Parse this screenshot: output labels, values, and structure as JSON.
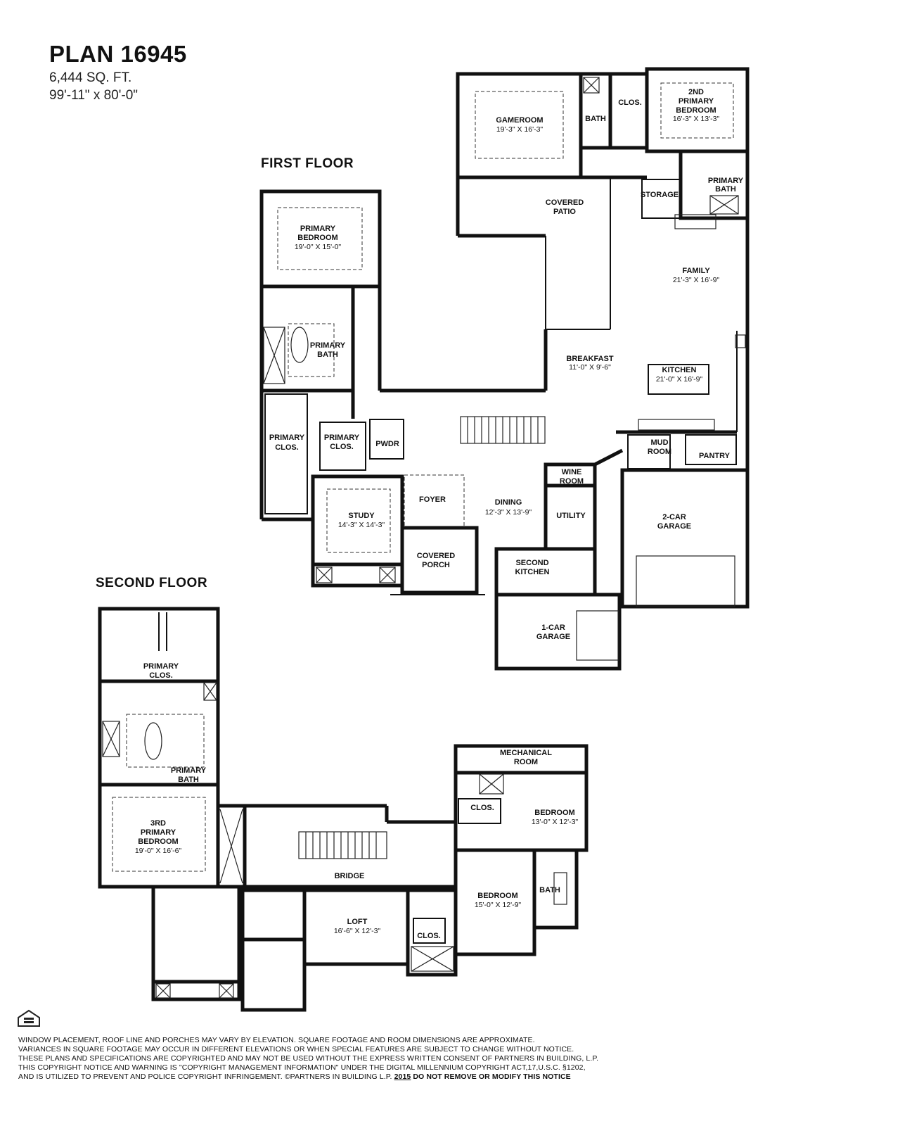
{
  "header": {
    "plan_name": "PLAN 16945",
    "square_feet": "6,444 SQ. FT.",
    "dimensions": "99'-11\" x 80'-0\""
  },
  "floors": {
    "first_title": "FIRST FLOOR",
    "second_title": "SECOND FLOOR"
  },
  "rooms": {
    "gameroom": {
      "name": "GAMEROOM",
      "size": "19'-3\" X 16'-3\""
    },
    "bath_upper": {
      "name": "BATH"
    },
    "clos_upper": {
      "name": "CLOS."
    },
    "primary2": {
      "line1": "2ND",
      "line2": "PRIMARY",
      "line3": "BEDROOM",
      "size": "16'-3\" X 13'-3\""
    },
    "storage": {
      "name": "STORAGE"
    },
    "primary_bath_right": {
      "line1": "PRIMARY",
      "line2": "BATH"
    },
    "covered_patio": {
      "line1": "COVERED",
      "line2": "PATIO"
    },
    "family": {
      "name": "FAMILY",
      "size": "21'-3\" X 16'-9\""
    },
    "breakfast": {
      "name": "BREAKFAST",
      "size": "11'-0\" X 9'-6\""
    },
    "kitchen": {
      "name": "KITCHEN",
      "size": "21'-0\" X 16'-9\""
    },
    "primary_bedroom": {
      "line1": "PRIMARY",
      "line2": "BEDROOM",
      "size": "19'-0\" X 15'-0\""
    },
    "primary_bath": {
      "line1": "PRIMARY",
      "line2": "BATH"
    },
    "primary_clos_1": {
      "line1": "PRIMARY",
      "line2": "CLOS."
    },
    "primary_clos_2": {
      "line1": "PRIMARY",
      "line2": "CLOS."
    },
    "pwdr": {
      "name": "PWDR"
    },
    "mud_room": {
      "line1": "MUD",
      "line2": "ROOM"
    },
    "pantry": {
      "name": "PANTRY"
    },
    "wine_room": {
      "line1": "WINE",
      "line2": "ROOM"
    },
    "study": {
      "name": "STUDY",
      "size": "14'-3\" X 14'-3\""
    },
    "foyer": {
      "name": "FOYER"
    },
    "dining": {
      "name": "DINING",
      "size": "12'-3\" X 13'-9\""
    },
    "utility": {
      "name": "UTILITY"
    },
    "garage2": {
      "line1": "2-CAR",
      "line2": "GARAGE"
    },
    "covered_porch": {
      "line1": "COVERED",
      "line2": "PORCH"
    },
    "second_kitchen": {
      "line1": "SECOND",
      "line2": "KITCHEN"
    },
    "garage1": {
      "line1": "1-CAR",
      "line2": "GARAGE"
    },
    "sf_primary_clos": {
      "line1": "PRIMARY",
      "line2": "CLOS."
    },
    "sf_primary_bath": {
      "line1": "PRIMARY",
      "line2": "BATH"
    },
    "sf_3rd_primary": {
      "line1": "3RD",
      "line2": "PRIMARY",
      "line3": "BEDROOM",
      "size": "19'-0\" X 16'-6\""
    },
    "mechanical": {
      "line1": "MECHANICAL",
      "line2": "ROOM"
    },
    "sf_clos_a": {
      "name": "CLOS."
    },
    "sf_bedroom_a": {
      "name": "BEDROOM",
      "size": "13'-0\" X 12'-3\""
    },
    "bridge": {
      "name": "BRIDGE"
    },
    "sf_bedroom_b": {
      "name": "BEDROOM",
      "size": "15'-0\" X 12'-9\""
    },
    "sf_bath": {
      "name": "BATH"
    },
    "loft": {
      "name": "LOFT",
      "size": "16'-6\" X 12'-3\""
    },
    "sf_clos_b": {
      "name": "CLOS."
    }
  },
  "icons": {
    "equal_housing": "equal-housing-opportunity-logo"
  },
  "disclaimer": {
    "line1": "WINDOW PLACEMENT, ROOF LINE AND PORCHES MAY VARY BY ELEVATION.  SQUARE FOOTAGE AND ROOM DIMENSIONS ARE APPROXIMATE.",
    "line2": "VARIANCES IN SQUARE FOOTAGE MAY OCCUR IN DIFFERENT ELEVATIONS OR WHEN SPECIAL FEATURES ARE SUBJECT TO CHANGE WITHOUT NOTICE.",
    "line3": "THESE PLANS AND SPECIFICATIONS ARE COPYRIGHTED AND MAY NOT BE USED WITHOUT THE EXPRESS WRITTEN CONSENT OF PARTNERS IN BUILDING, L.P.",
    "line4": "THIS COPYRIGHT NOTICE AND WARNING IS \"COPYRIGHT MANAGEMENT INFORMATION\" UNDER THE DIGITAL MILLENNIUM COPYRIGHT ACT,17,U.S.C. §1202,",
    "line5_a": "AND IS UTILIZED TO PREVENT AND POLICE COPYRIGHT INFRINGEMENT. ©PARTNERS IN BUILDING L.P. ",
    "line5_year": "2015",
    "line5_b": "  DO NOT REMOVE OR MODIFY THIS NOTICE"
  }
}
